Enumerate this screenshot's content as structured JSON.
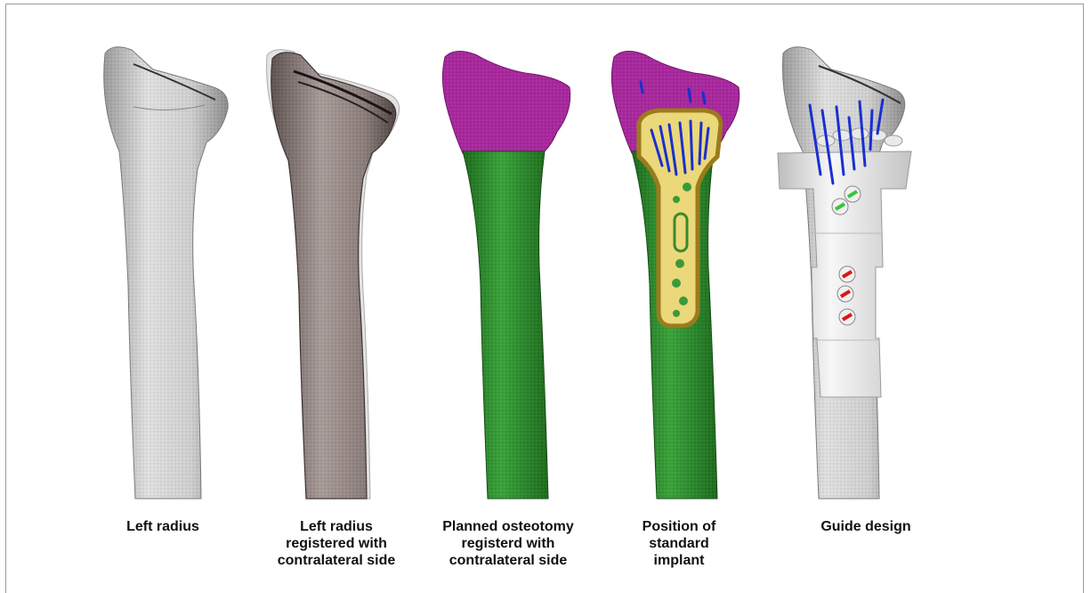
{
  "panels": [
    {
      "id": "left-radius",
      "caption": [
        "Left radius"
      ]
    },
    {
      "id": "registered",
      "caption": [
        "Left radius",
        "registered with",
        "contralateral side"
      ]
    },
    {
      "id": "osteotomy",
      "caption": [
        "Planned osteotomy",
        "registerd with",
        "contralateral side"
      ]
    },
    {
      "id": "implant",
      "caption": [
        "Position of",
        "standard",
        "implant"
      ]
    },
    {
      "id": "guide",
      "caption": [
        "Guide design"
      ]
    }
  ],
  "colors": {
    "bone_gray": "#c9c9c9",
    "bone_brown": "#8e7f7c",
    "osteotomy_purple": "#a8289d",
    "shaft_green": "#2f8f2f",
    "implant_yellow": "#ead87a",
    "implant_border": "#9b7b1c",
    "drill_blue": "#1a2fd0",
    "guide_white": "#f2f2f2",
    "pin_red": "#d81818",
    "pin_green": "#3ac43a"
  }
}
